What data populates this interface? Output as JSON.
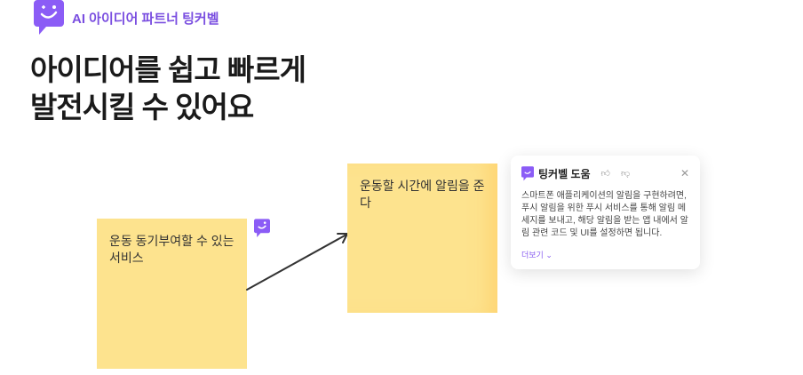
{
  "brand": {
    "name": "AI 아이디어 파트너 팅커벨",
    "color": "#7a4ee0"
  },
  "headline": {
    "line1": "아이디어를 쉽고 빠르게",
    "line2": "발전시킬 수 있어요"
  },
  "notes": [
    {
      "text": "운동 동기부여할 수 있는 서비스"
    },
    {
      "text": "운동할 시간에 알림을 준다"
    }
  ],
  "popup": {
    "title": "팅커벨 도움",
    "body": "스마트폰 애플리케이션의 알림을 구현하려면, 푸시 알림을 위한 푸시 서비스를 통해 알림 메세지를 보내고, 해당 알림을 받는 앱 내에서 알림 관련 코드 및 UI를 설정하면 됩니다.",
    "more": "더보기"
  }
}
